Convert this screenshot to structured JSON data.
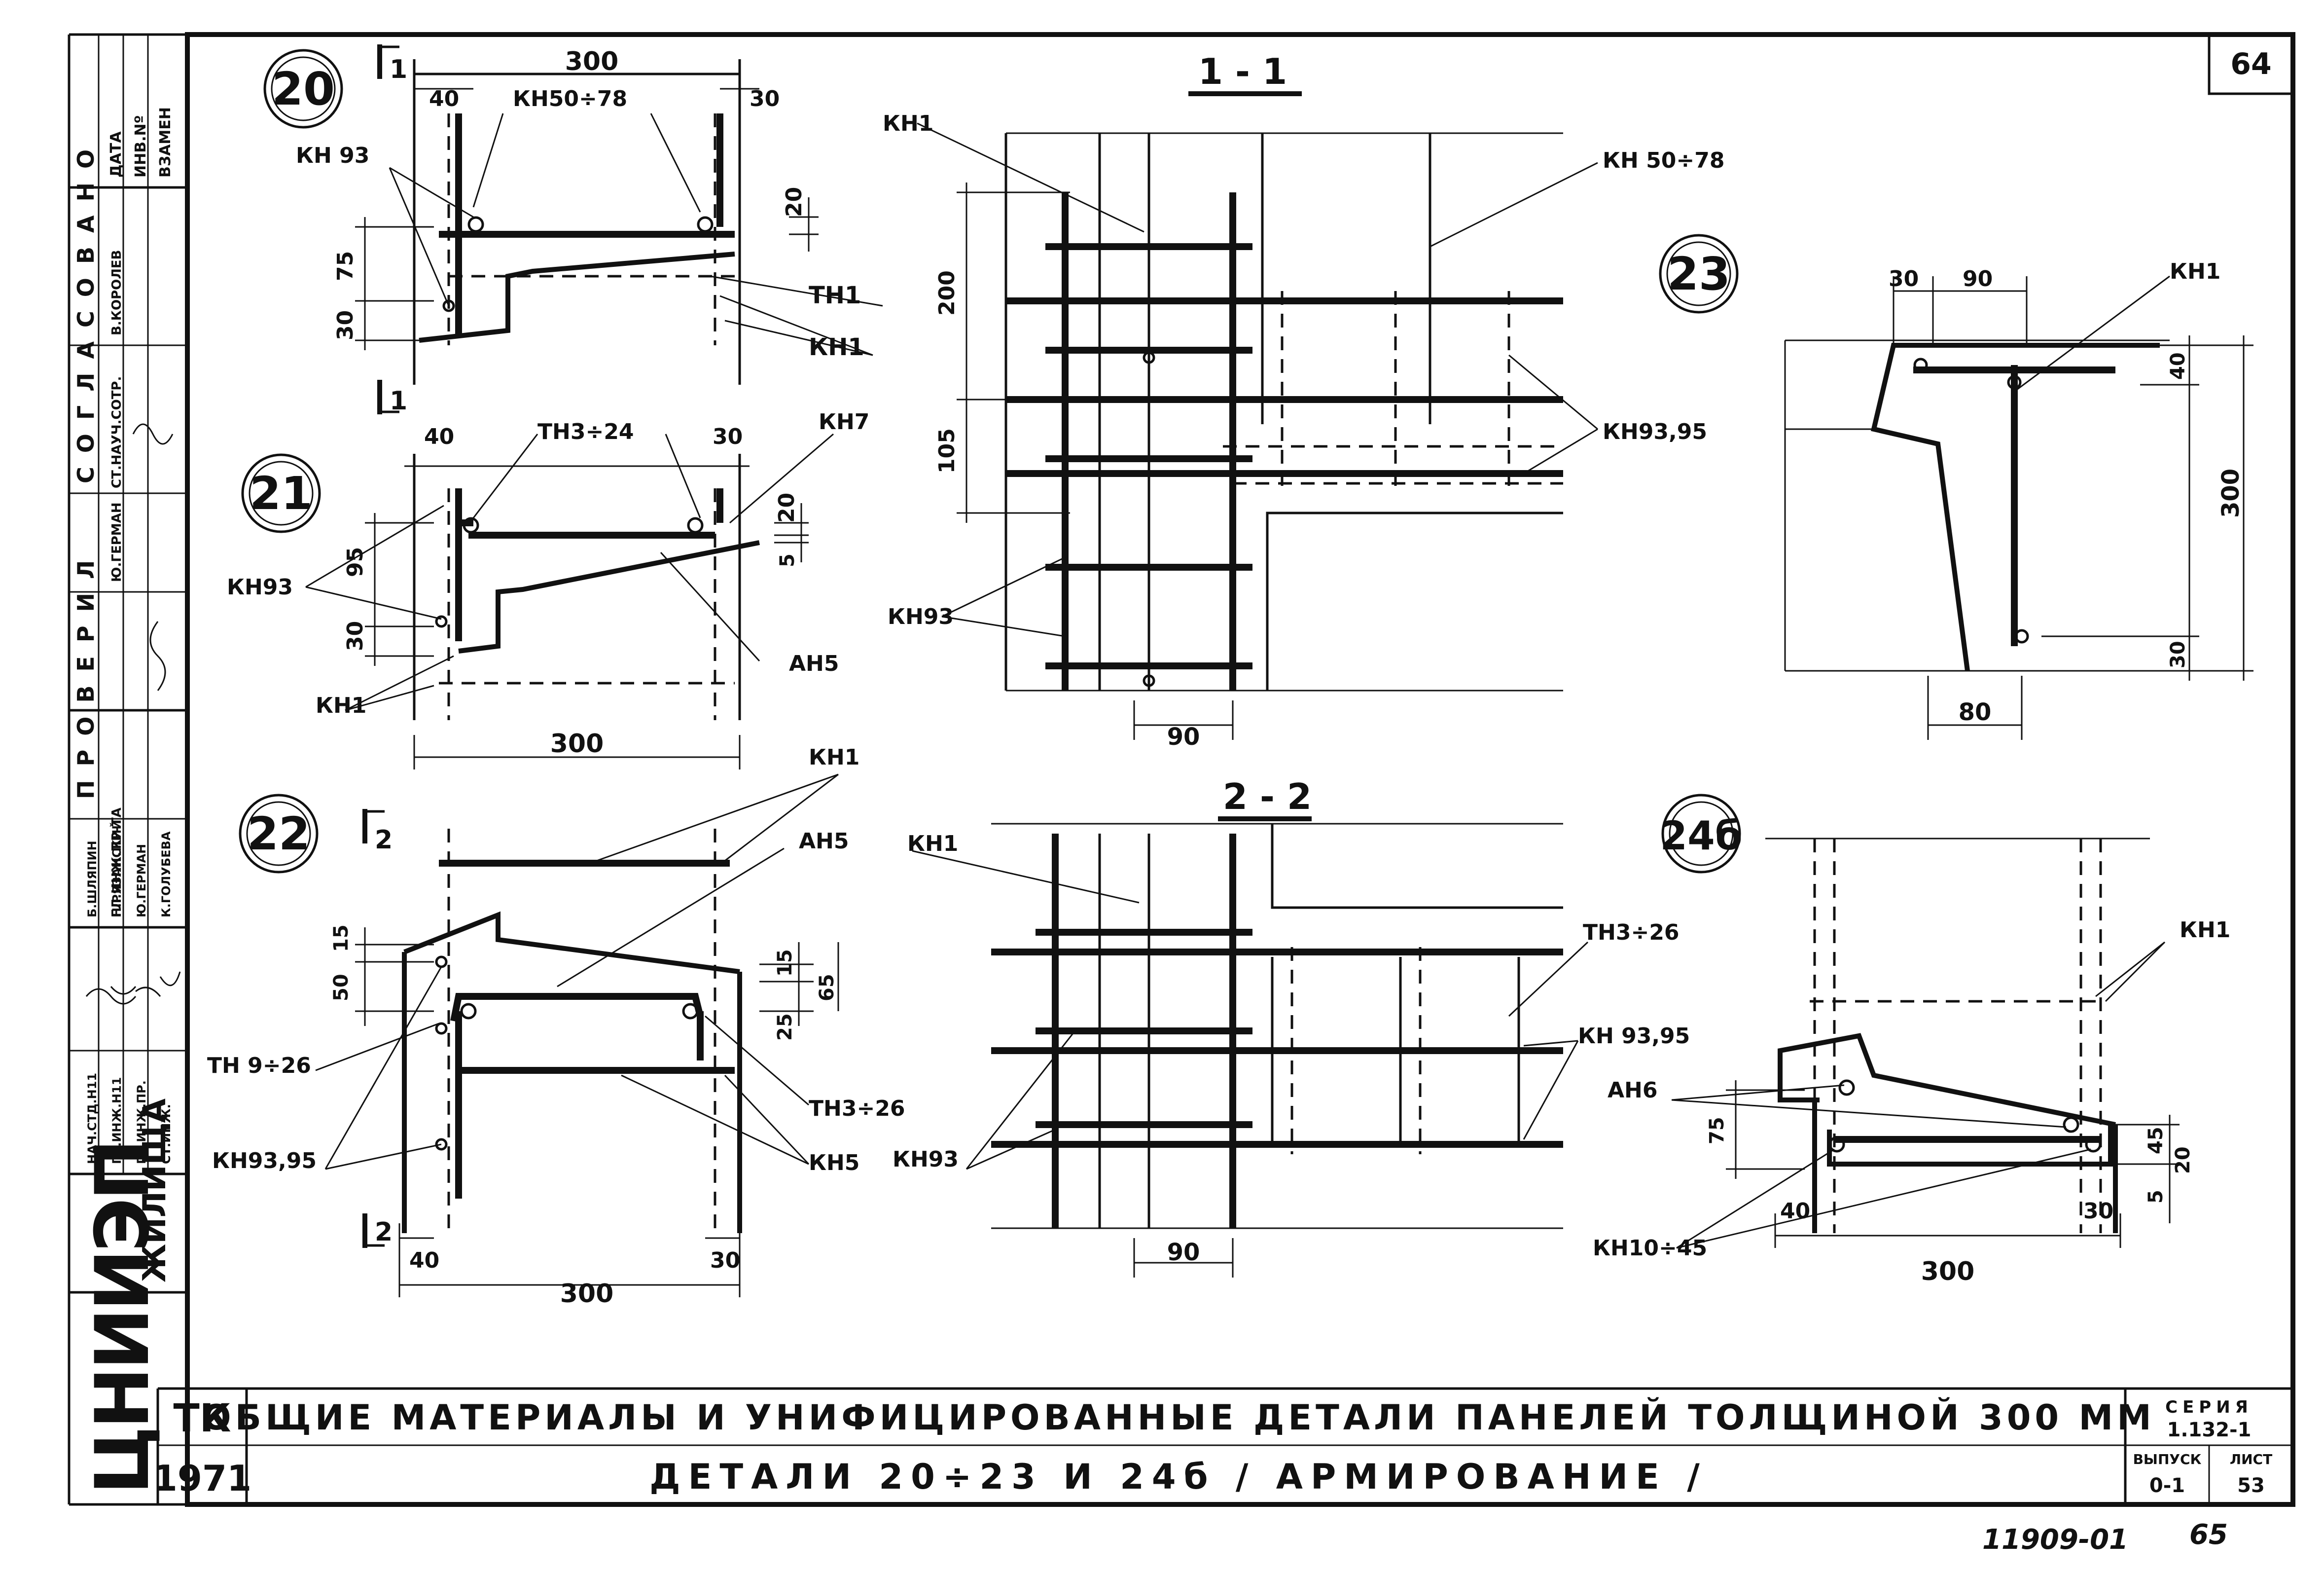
{
  "sheet": {
    "number": "64",
    "bottom_stamp": "11909-01",
    "bottom_mark": "65"
  },
  "side_stamp": {
    "approval_header": "СОГЛАСОВАНО",
    "checked_header": "ПРОВЕРИЛ",
    "columns": [
      "ДАТА",
      "ИНВ.Nº",
      "ВЗАМЕН"
    ],
    "rows": [
      {
        "role": "СТ.НАУЧ.СОТР.",
        "name": "В.КОРОЛЕВ"
      },
      {
        "role": "ГЛ.ИНЖ.ПР-ТА",
        "name": "Ю.ГЕРМАН"
      },
      {
        "role": "НАЧ.СТД.Н11",
        "name": "Б.ШЛЯПИН"
      },
      {
        "role": "ГЛ.ИНЖ.Н11",
        "name": "Н.РЯЗАНСКИЙ"
      },
      {
        "role": "ГЛ.ИНЖ.ПР.",
        "name": "Ю.ГЕРМАН"
      },
      {
        "role": "СТ.ИНЖ.",
        "name": "К.ГОЛУБЕВА"
      }
    ],
    "org_big": "ЦНИИЭП",
    "org_small": "ЖИЛИЩА"
  },
  "title_block": {
    "code": "ТК",
    "year": "1971",
    "title_line1": "ОБЩИЕ МАТЕРИАЛЫ И УНИФИЦИРОВАННЫЕ ДЕТАЛИ ПАНЕЛЕЙ ТОЛЩИНОЙ 300 ММ",
    "title_line2": "ДЕТАЛИ 20÷23 И 24б / АРМИРОВАНИЕ /",
    "series_label": "СЕРИЯ",
    "series_value": "1.132-1",
    "issue_label": "ВЫПУСК",
    "issue_value": "0-1",
    "sheet_label": "ЛИСТ",
    "sheet_value": "53"
  },
  "details": {
    "d20": {
      "marker": "20",
      "section_mark": "1",
      "dims": [
        "300",
        "40",
        "30",
        "20",
        "75",
        "30"
      ],
      "labels": [
        "КН50÷78",
        "КН 93",
        "ТН1",
        "КН1"
      ]
    },
    "d21": {
      "marker": "21",
      "dims": [
        "40",
        "30",
        "20",
        "5",
        "95",
        "30",
        "300"
      ],
      "labels": [
        "ТН3÷24",
        "КН7",
        "КН93",
        "АН5",
        "КН1"
      ]
    },
    "d22": {
      "marker": "22",
      "section_mark": "2",
      "dims": [
        "15",
        "50",
        "15",
        "65",
        "25",
        "40",
        "30",
        "300"
      ],
      "labels": [
        "КН1",
        "АН5",
        "ТН 9÷26",
        "ТН3÷26",
        "КН93,95",
        "КН5"
      ]
    },
    "s11": {
      "title": "1 - 1",
      "dims": [
        "200",
        "105",
        "90"
      ],
      "labels": [
        "КН1",
        "КН 50÷78",
        "КН93,95",
        "КН93"
      ]
    },
    "s22": {
      "title": "2 - 2",
      "dims": [
        "90"
      ],
      "labels": [
        "КН1",
        "ТН3÷26",
        "КН 93,95",
        "КН93"
      ]
    },
    "d23": {
      "marker": "23",
      "dims": [
        "30",
        "90",
        "40",
        "300",
        "30",
        "80"
      ],
      "labels": [
        "КН1"
      ]
    },
    "d24": {
      "marker": "24б",
      "dims": [
        "75",
        "45",
        "20",
        "5",
        "40",
        "30",
        "300"
      ],
      "labels": [
        "КН1",
        "АН6",
        "КН10÷45"
      ]
    }
  }
}
